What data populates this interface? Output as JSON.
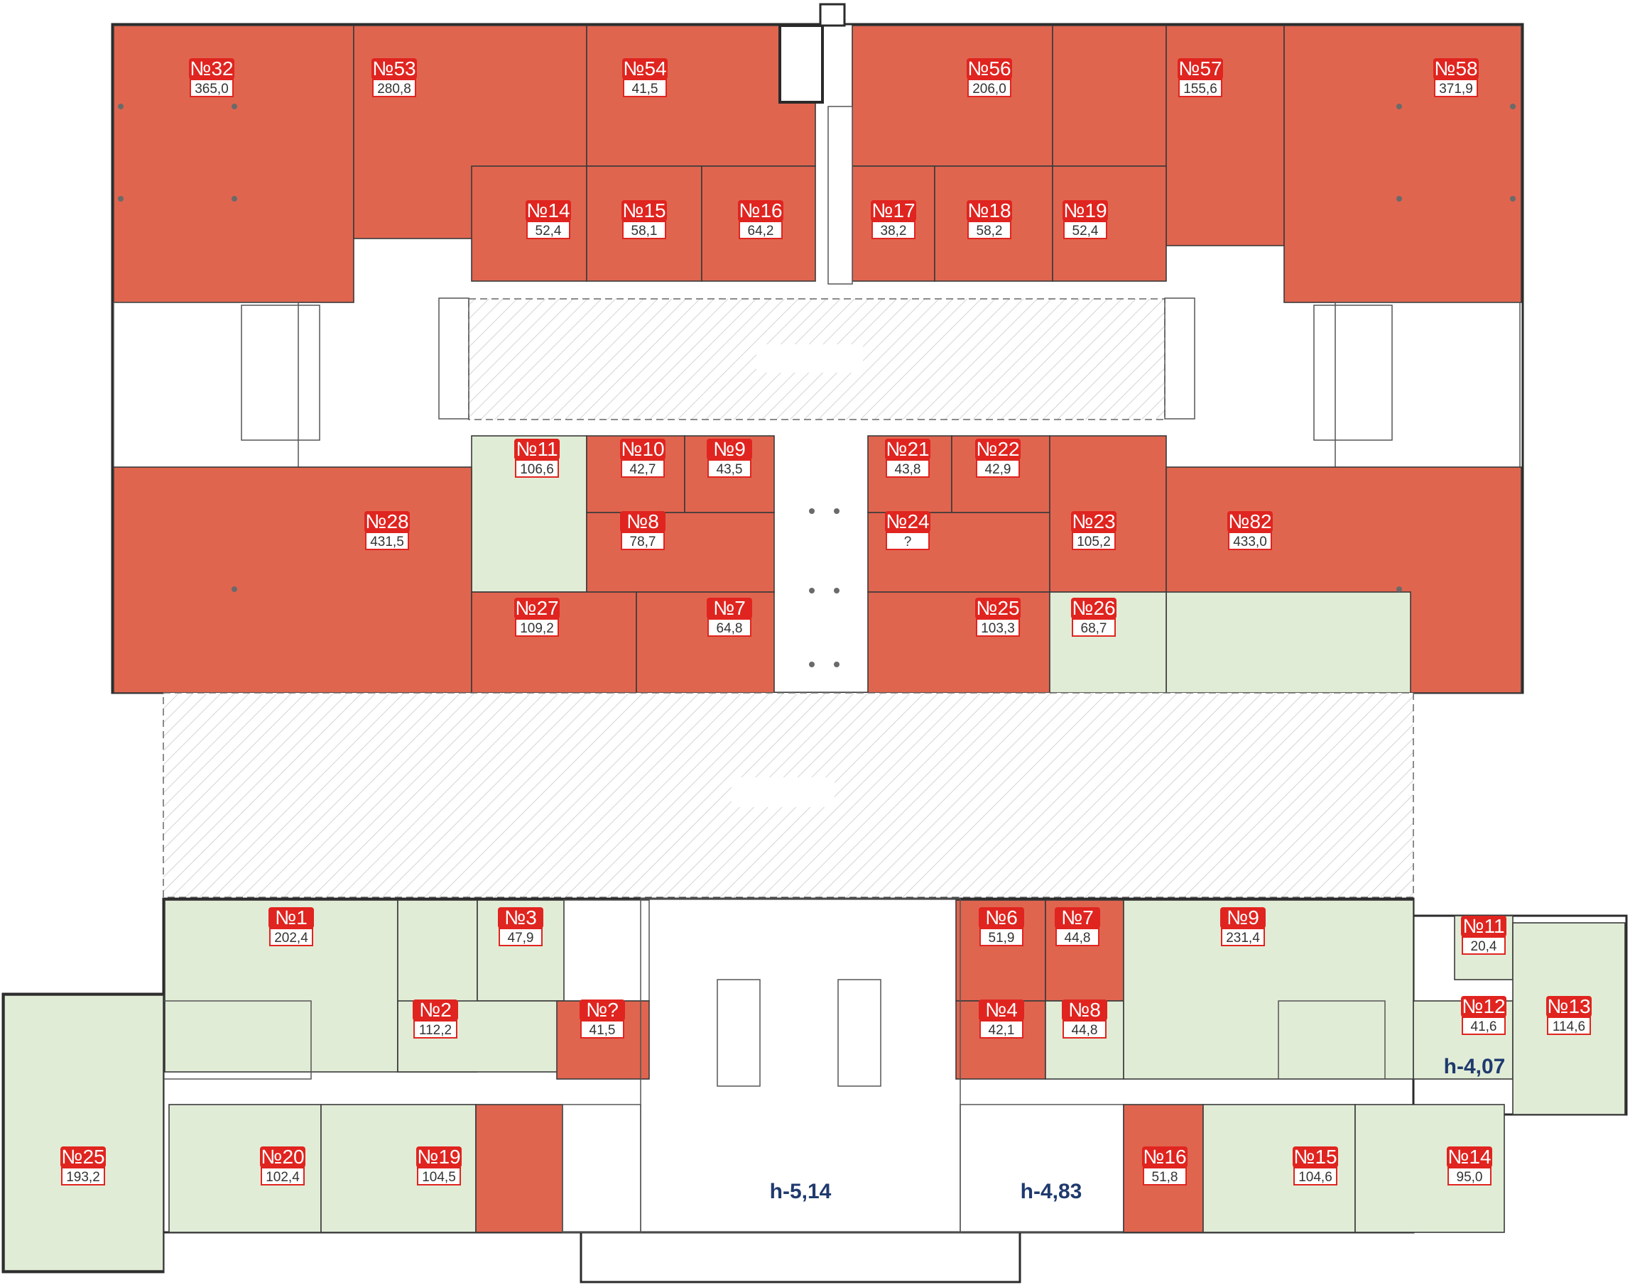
{
  "colors": {
    "occupied": "#e0654f",
    "available": "#e1ecd6",
    "corridor": "#ffffff",
    "label_red": "#e0241f",
    "height_label": "#1f3a6e"
  },
  "units": [
    {
      "id": "u32",
      "status": "occupied",
      "no": "№32",
      "area": "365,0"
    },
    {
      "id": "u53",
      "status": "occupied",
      "no": "№53",
      "area": "280,8"
    },
    {
      "id": "u54",
      "status": "occupied",
      "no": "№54",
      "area": "41,5"
    },
    {
      "id": "u56",
      "status": "occupied",
      "no": "№56",
      "area": "206,0"
    },
    {
      "id": "u57",
      "status": "occupied",
      "no": "№57",
      "area": "155,6"
    },
    {
      "id": "u58",
      "status": "occupied",
      "no": "№58",
      "area": "371,9"
    },
    {
      "id": "u14t",
      "status": "occupied",
      "no": "№14",
      "area": "52,4"
    },
    {
      "id": "u15t",
      "status": "occupied",
      "no": "№15",
      "area": "58,1"
    },
    {
      "id": "u16t",
      "status": "occupied",
      "no": "№16",
      "area": "64,2"
    },
    {
      "id": "u17t",
      "status": "occupied",
      "no": "№17",
      "area": "38,2"
    },
    {
      "id": "u18t",
      "status": "occupied",
      "no": "№18",
      "area": "58,2"
    },
    {
      "id": "u19t",
      "status": "occupied",
      "no": "№19",
      "area": "52,4"
    },
    {
      "id": "u11t",
      "status": "available",
      "no": "№11",
      "area": "106,6"
    },
    {
      "id": "u10t",
      "status": "occupied",
      "no": "№10",
      "area": "42,7"
    },
    {
      "id": "u9t",
      "status": "occupied",
      "no": "№9",
      "area": "43,5"
    },
    {
      "id": "u21t",
      "status": "occupied",
      "no": "№21",
      "area": "43,8"
    },
    {
      "id": "u22t",
      "status": "occupied",
      "no": "№22",
      "area": "42,9"
    },
    {
      "id": "u28",
      "status": "occupied",
      "no": "№28",
      "area": "431,5"
    },
    {
      "id": "u8t",
      "status": "occupied",
      "no": "№8",
      "area": "78,7"
    },
    {
      "id": "u24t",
      "status": "occupied",
      "no": "№24",
      "area": "?"
    },
    {
      "id": "u23t",
      "status": "occupied",
      "no": "№23",
      "area": "105,2"
    },
    {
      "id": "u82",
      "status": "occupied",
      "no": "№82",
      "area": "433,0"
    },
    {
      "id": "u27",
      "status": "occupied",
      "no": "№27",
      "area": "109,2"
    },
    {
      "id": "u7t",
      "status": "occupied",
      "no": "№7",
      "area": "64,8"
    },
    {
      "id": "u25t",
      "status": "occupied",
      "no": "№25",
      "area": "103,3"
    },
    {
      "id": "u26t",
      "status": "available",
      "no": "№26",
      "area": "68,7"
    },
    {
      "id": "b1",
      "status": "available",
      "no": "№1",
      "area": "202,4"
    },
    {
      "id": "b3",
      "status": "available",
      "no": "№3",
      "area": "47,9"
    },
    {
      "id": "b2",
      "status": "available",
      "no": "№2",
      "area": "112,2"
    },
    {
      "id": "bq",
      "status": "occupied",
      "no": "№?",
      "area": "41,5"
    },
    {
      "id": "b6",
      "status": "occupied",
      "no": "№6",
      "area": "51,9"
    },
    {
      "id": "b7",
      "status": "occupied",
      "no": "№7",
      "area": "44,8"
    },
    {
      "id": "b4",
      "status": "occupied",
      "no": "№4",
      "area": "42,1"
    },
    {
      "id": "b8",
      "status": "available",
      "no": "№8",
      "area": "44,8"
    },
    {
      "id": "b9",
      "status": "available",
      "no": "№9",
      "area": "231,4"
    },
    {
      "id": "b11",
      "status": "available",
      "no": "№11",
      "area": "20,4"
    },
    {
      "id": "b12",
      "status": "available",
      "no": "№12",
      "area": "41,6"
    },
    {
      "id": "b13",
      "status": "available",
      "no": "№13",
      "area": "114,6"
    },
    {
      "id": "b25",
      "status": "available",
      "no": "№25",
      "area": "193,2"
    },
    {
      "id": "b20",
      "status": "available",
      "no": "№20",
      "area": "102,4"
    },
    {
      "id": "b19",
      "status": "available",
      "no": "№19",
      "area": "104,5"
    },
    {
      "id": "b16",
      "status": "occupied",
      "no": "№16",
      "area": "51,8"
    },
    {
      "id": "b15",
      "status": "available",
      "no": "№15",
      "area": "104,6"
    },
    {
      "id": "b14",
      "status": "available",
      "no": "№14",
      "area": "95,0"
    }
  ],
  "heights": {
    "h1": "h-5,14",
    "h2": "h-4,83",
    "h3": "h-4,07"
  }
}
